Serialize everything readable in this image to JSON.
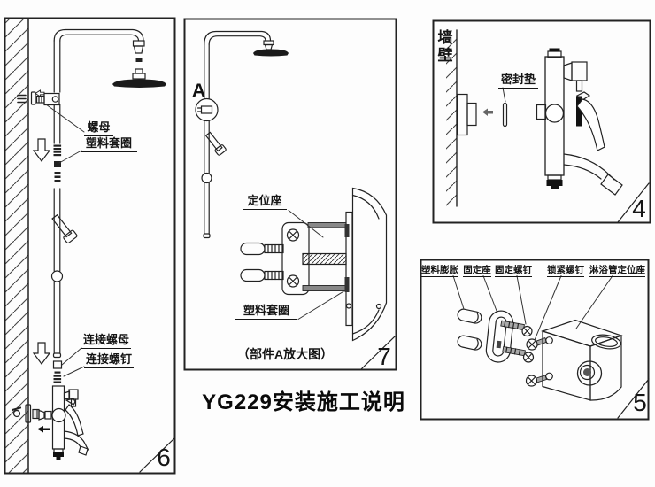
{
  "title": "YG229安装施工说明",
  "panel6": {
    "number": "6",
    "labels": {
      "nut": "螺母",
      "plastic_collar": "塑料套圈",
      "connect_nut": "连接螺母",
      "connect_screw": "连接螺钉"
    }
  },
  "panel7": {
    "number": "7",
    "part_marker": "A",
    "labels": {
      "positioning_seat": "定位座",
      "plastic_collar": "塑料套圈"
    },
    "caption": "（部件A放大图）"
  },
  "panel4": {
    "number": "4",
    "labels": {
      "wall": "墙壁",
      "seal_gasket": "密封垫"
    }
  },
  "panel5": {
    "number": "5",
    "labels": {
      "plastic_anchor": "塑料膨胀",
      "fixing_seat": "固定座",
      "fixing_screw": "固定螺钉",
      "lock_screw": "锁紧螺钉",
      "shower_pipe_seat": "淋浴管定位座"
    }
  }
}
